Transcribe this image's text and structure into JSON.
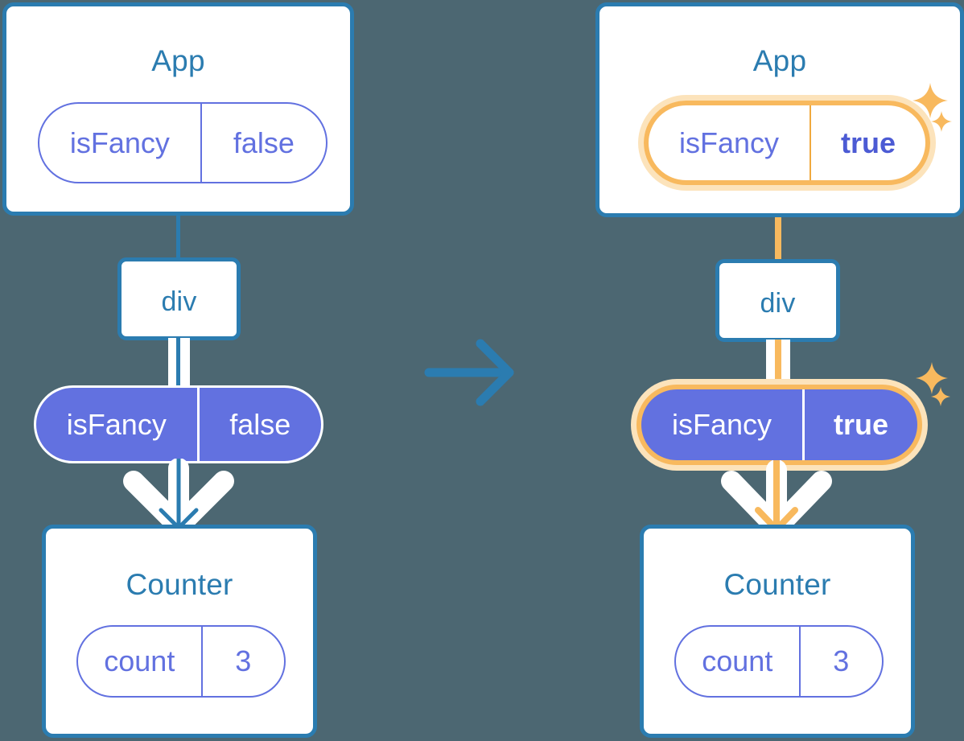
{
  "diagram": {
    "title_hidden": "",
    "colors": {
      "background": "#4c6772",
      "box_border": "#2b7cb0",
      "box_title_text": "#2b7cb0",
      "pill_purple": "#6271e0",
      "highlight_orange": "#f8b95e",
      "highlight_glow": "#fce3bb",
      "line_pale_blue": "#c9d9ef",
      "white": "#ffffff"
    },
    "transition_arrow": {
      "icon": "arrow-right-icon",
      "direction": "right",
      "color": "#2b7cb0"
    },
    "panels": [
      {
        "id": "before",
        "app": {
          "title": "App",
          "state": {
            "key": "isFancy",
            "value": "false",
            "highlighted": false,
            "bold_value": false
          }
        },
        "div": {
          "label": "div"
        },
        "prop": {
          "key": "isFancy",
          "value": "false",
          "highlighted": false,
          "bold_value": true
        },
        "counter": {
          "title": "Counter",
          "state": {
            "key": "count",
            "value": "3",
            "highlighted": false,
            "bold_value": false
          }
        },
        "connector_color": "#2b7cb0",
        "sparkles": []
      },
      {
        "id": "after",
        "app": {
          "title": "App",
          "state": {
            "key": "isFancy",
            "value": "true",
            "highlighted": true,
            "bold_value": true
          }
        },
        "div": {
          "label": "div"
        },
        "prop": {
          "key": "isFancy",
          "value": "true",
          "highlighted": true,
          "bold_value": true
        },
        "counter": {
          "title": "Counter",
          "state": {
            "key": "count",
            "value": "3",
            "highlighted": false,
            "bold_value": false
          }
        },
        "connector_color": "#f8b95e",
        "sparkles": [
          {
            "name": "sparkle-large-app",
            "size": "large"
          },
          {
            "name": "sparkle-small-app",
            "size": "small"
          },
          {
            "name": "sparkle-large-prop",
            "size": "large"
          },
          {
            "name": "sparkle-small-prop",
            "size": "small"
          }
        ]
      }
    ]
  }
}
